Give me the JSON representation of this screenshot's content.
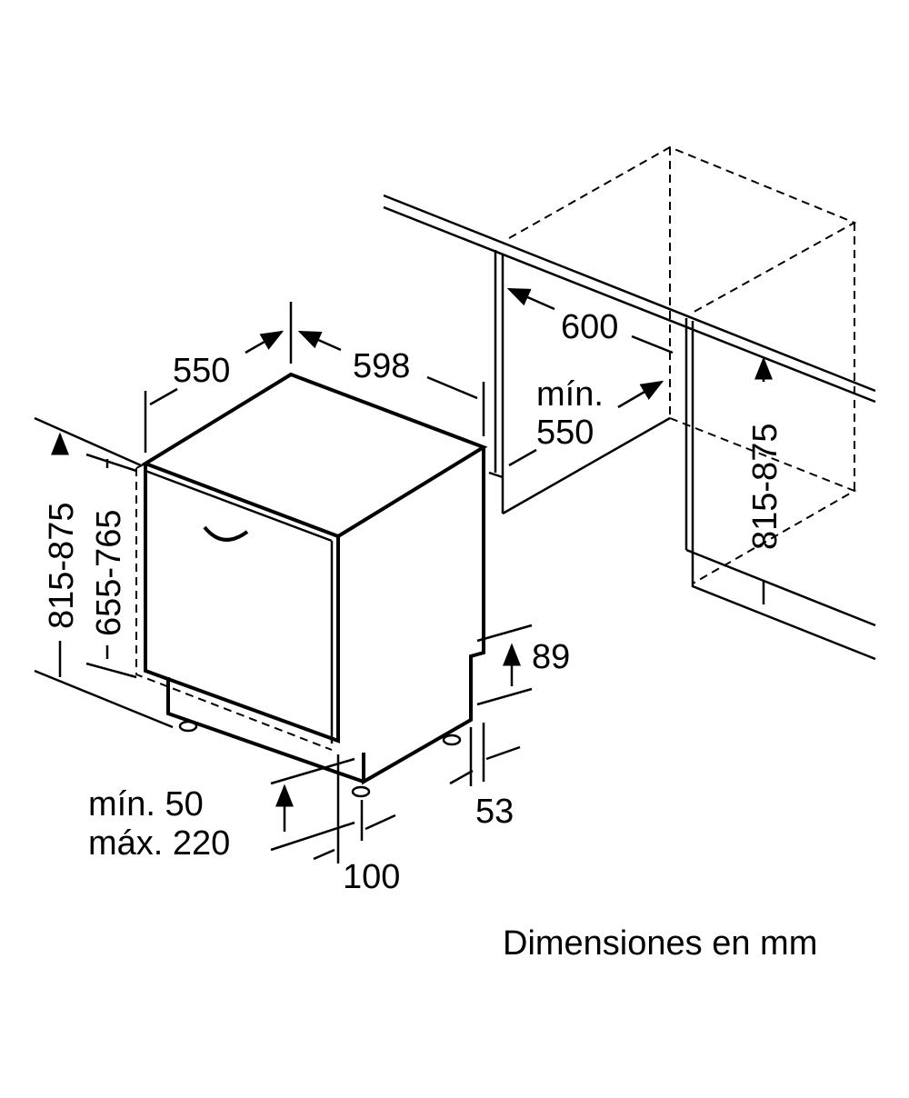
{
  "dimensions": {
    "depth": "550",
    "width": "598",
    "niche_width": "600",
    "niche_depth_label": "mín.",
    "niche_depth": "550",
    "height_total": "815-875",
    "height_door": "655-765",
    "niche_height": "815-875",
    "plinth_height": "89",
    "plinth_setback": "53",
    "kick_min": "mín. 50",
    "kick_max": "máx. 220",
    "kick_depth": "100"
  },
  "caption": "Dimensiones en mm"
}
